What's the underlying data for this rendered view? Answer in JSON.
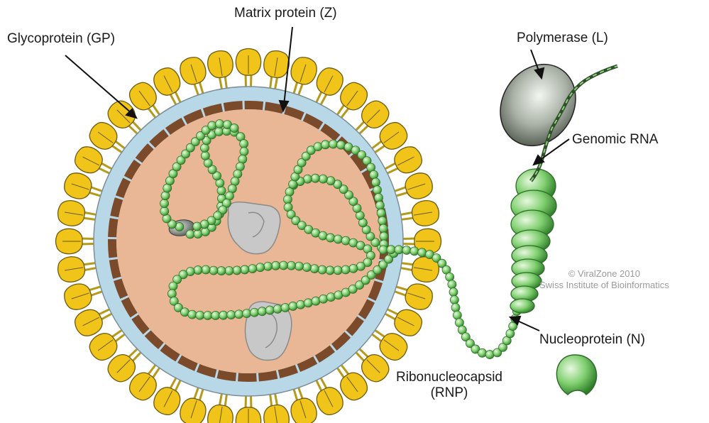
{
  "labels": {
    "glycoprotein": "Glycoprotein (GP)",
    "matrix": "Matrix protein (Z)",
    "polymerase": "Polymerase (L)",
    "genomic_rna": "Genomic RNA",
    "nucleoprotein": "Nucleoprotein (N)",
    "rnp_line1": "Ribonucleocapsid",
    "rnp_line2": "(RNP)"
  },
  "credit": {
    "line1": "© ViralZone 2010",
    "line2": "Swiss Institute of Bioinformatics"
  },
  "colors": {
    "glycoprotein": "#f0c419",
    "glycoprotein_outline": "#6b5a12",
    "membrane": "#b8d8e8",
    "matrix": "#7a4a2a",
    "interior": "#e9b795",
    "nucleoprotein": "#7fcf6f",
    "nucleoprotein_dark": "#2f7d2a",
    "polymerase": "#9aa39a",
    "ribosome": "#c8c8c8"
  }
}
